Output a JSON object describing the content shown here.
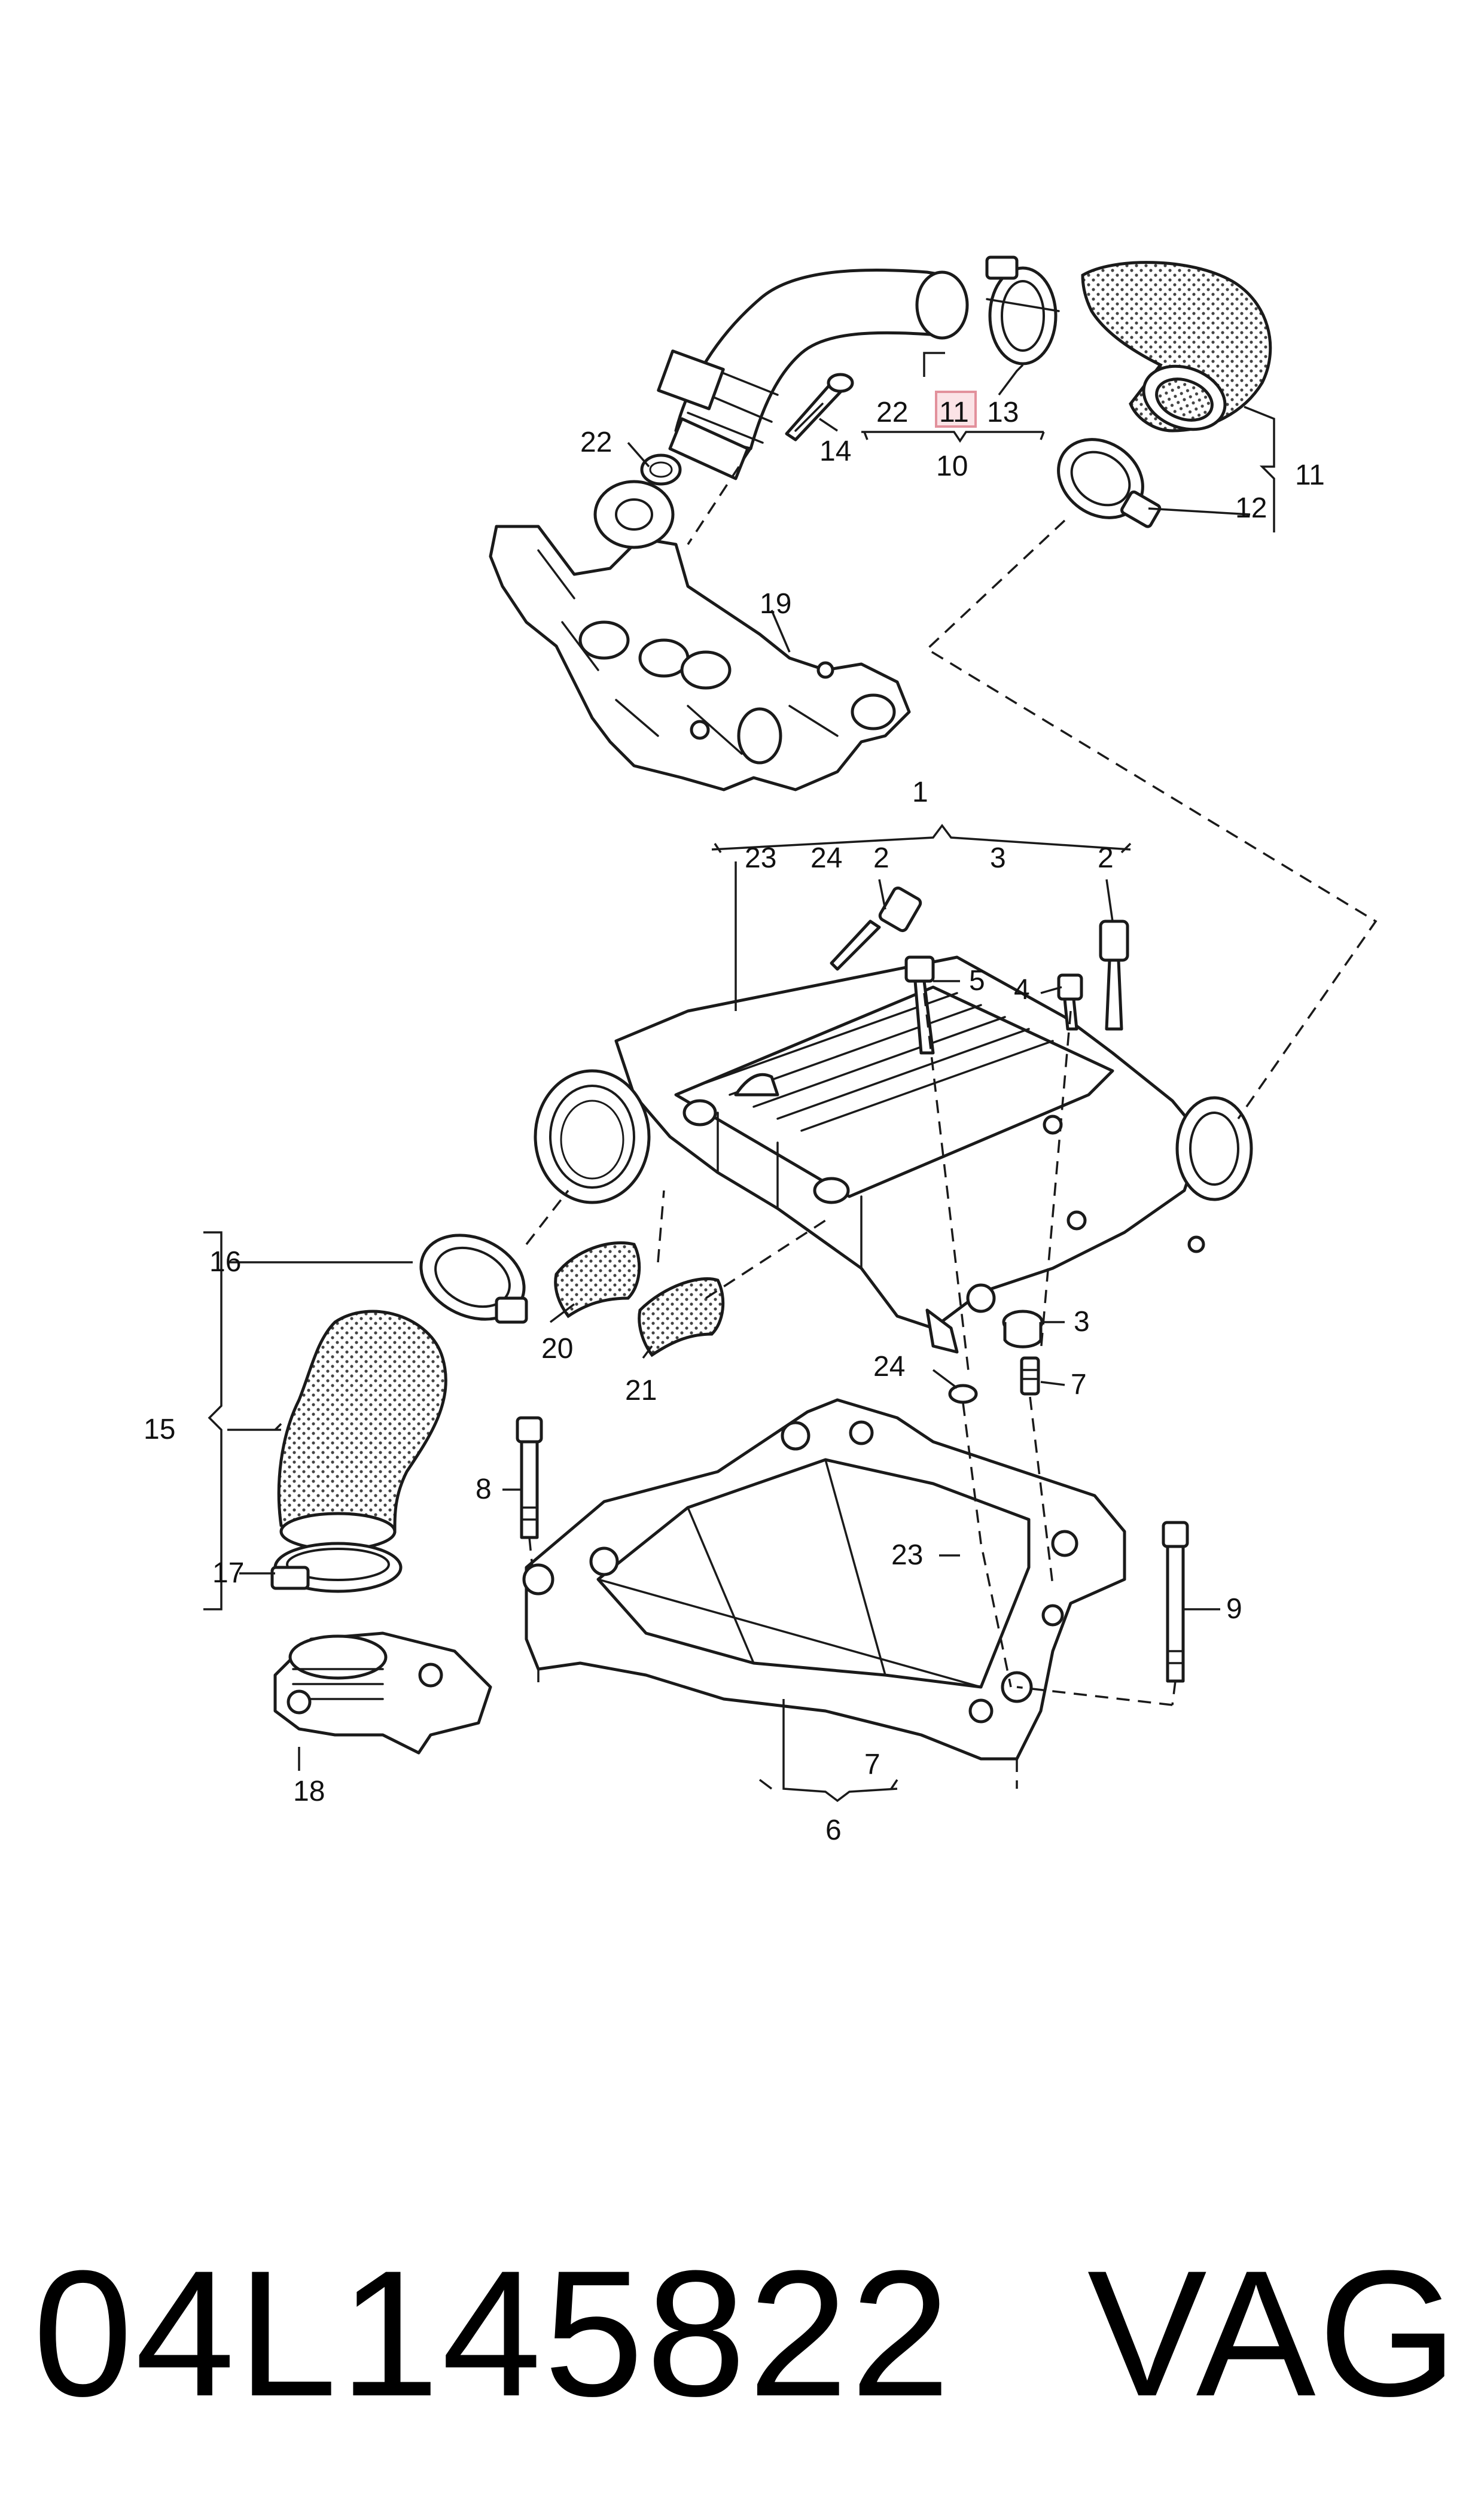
{
  "diagram": {
    "callouts": {
      "c1": "1",
      "c2a": "2",
      "c2b": "2",
      "c3a": "3",
      "c3b": "3",
      "c4": "4",
      "c5": "5",
      "c6": "6",
      "c7a": "7",
      "c7b": "7",
      "c8": "8",
      "c9": "9",
      "c10": "10",
      "c11a": "11",
      "c11b": "11",
      "c12": "12",
      "c13": "13",
      "c14": "14",
      "c15": "15",
      "c16": "16",
      "c17": "17",
      "c18": "18",
      "c19": "19",
      "c20": "20",
      "c21": "21",
      "c22a": "22",
      "c22b": "22",
      "c23a": "23",
      "c23b": "23",
      "c24a": "24",
      "c24b": "24"
    },
    "highlighted_callout": "11",
    "highlight_color": "#e2919c"
  },
  "footer": {
    "part_number": "04L145822",
    "brand": "VAG"
  }
}
